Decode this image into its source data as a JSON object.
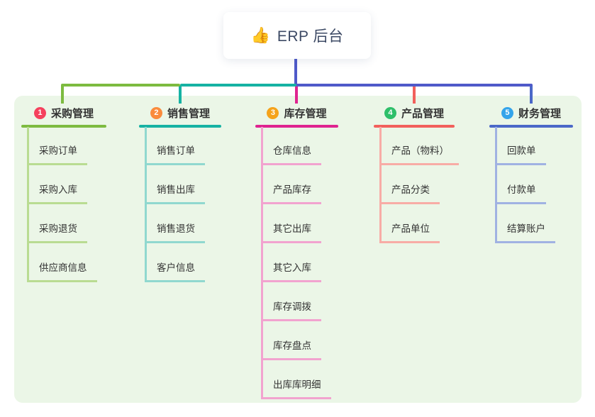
{
  "root": {
    "icon": "👍",
    "title": "ERP 后台"
  },
  "connectors": {
    "root_stem_color": "#4f5ac9",
    "bus_left_color": "#7dbb40",
    "bus_mid_color": "#16b2a3",
    "bus_right_color": "#4f5ac9"
  },
  "canvas": {
    "background": "#ffffff",
    "panel_background": "#ebf6e7"
  },
  "branches": [
    {
      "number": "1",
      "title": "采购管理",
      "badge_color": "#f5415d",
      "line_color": "#7dbb40",
      "light_color": "#b9dc92",
      "children": [
        "采购订单",
        "采购入库",
        "采购退货",
        "供应商信息"
      ]
    },
    {
      "number": "2",
      "title": "销售管理",
      "badge_color": "#fa8b3c",
      "line_color": "#16b2a3",
      "light_color": "#90d8cf",
      "children": [
        "销售订单",
        "销售出库",
        "销售退货",
        "客户信息"
      ]
    },
    {
      "number": "3",
      "title": "库存管理",
      "badge_color": "#f5a31b",
      "line_color": "#df2490",
      "light_color": "#f2a3cf",
      "children": [
        "仓库信息",
        "产品库存",
        "其它出库",
        "其它入库",
        "库存调拨",
        "库存盘点",
        "出库库明细"
      ]
    },
    {
      "number": "4",
      "title": "产品管理",
      "badge_color": "#2ebf6a",
      "line_color": "#f2605c",
      "light_color": "#f8aca6",
      "children": [
        "产品（物料）",
        "产品分类",
        "产品单位"
      ]
    },
    {
      "number": "5",
      "title": "财务管理",
      "badge_color": "#34a4ea",
      "line_color": "#4b68c8",
      "light_color": "#a0b2e2",
      "children": [
        "回款单",
        "付款单",
        "结算账户"
      ]
    }
  ]
}
